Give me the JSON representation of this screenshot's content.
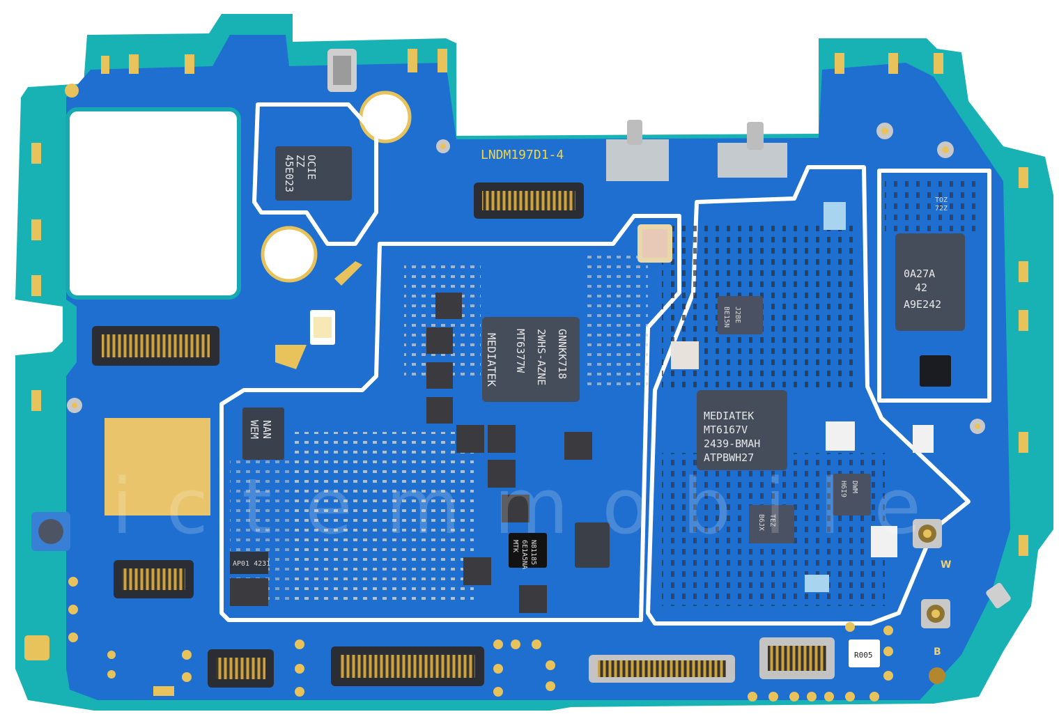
{
  "board": {
    "label": "LNDM197D1-4",
    "colors": {
      "pcb": "#1f73cf",
      "pcb_edge": "#18b3b8",
      "trace": "#ffffff",
      "gold": "#e8c25a",
      "chip": "#3f4654"
    }
  },
  "chips": {
    "main_soc": [
      "MEDIATEK",
      "MT6377W",
      "2WHS-AZNE",
      "GNNKK718"
    ],
    "rf": [
      "MEDIATEK",
      "MT6167V",
      "2439-BMAH",
      "ATPBWH27"
    ],
    "memory": [
      "0A27A",
      "42",
      "A9E242"
    ],
    "pmic_small": [
      "45E023",
      "ZZ",
      "OCIE"
    ],
    "left_ic": [
      "WEM",
      "NAN"
    ],
    "small_ic": [
      "MTK",
      "6E1A5NA",
      "N81185"
    ],
    "qfn_a": [
      "BE15N",
      "J2BE"
    ],
    "qfn_b": [
      "B6JX",
      "TEZ"
    ],
    "qfn_c": [
      "H6I9",
      "DWM"
    ],
    "top_right_ic": [
      "TOZ",
      "72Z"
    ],
    "tiny": "AP01 4231",
    "resistor": "R005"
  },
  "antenna_labels": {
    "w": "W",
    "b": "B"
  },
  "watermark": "ictemmobile"
}
